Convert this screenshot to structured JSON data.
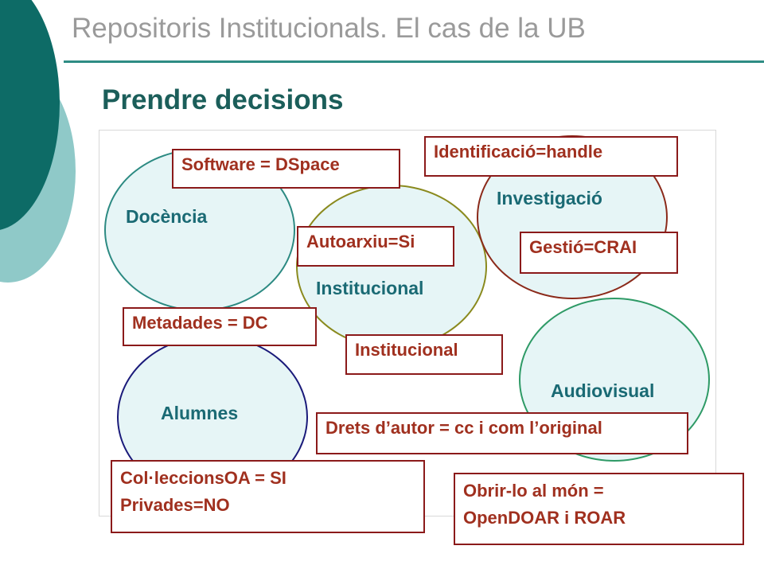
{
  "header": {
    "title": "Repositoris Institucionals. El cas de la UB",
    "subtitle": "Prendre decisions"
  },
  "colors": {
    "deco_dark": "#0d6b66",
    "deco_light": "#8fc9c8",
    "circle_fill": "#e6f5f6",
    "tag_border": "#8b1a1a",
    "tag_text": "#a0301f",
    "circle_label": "#1a6a74"
  },
  "circles": {
    "docencia": "Docència",
    "institucional": "Institucional",
    "investigacio": "Investigació",
    "audiovisual": "Audiovisual",
    "alumnes": "Alumnes"
  },
  "tags": {
    "software": "Software = DSpace",
    "identificacio": "Identificació=handle",
    "autoarxiu": "Autoarxiu=Si",
    "gestio": "Gestió=CRAI",
    "metadades": "Metadades = DC",
    "institucional": "Institucional",
    "drets": "Drets d’autor = cc i com l’original",
    "colleccions_line1": "Col·leccionsOA = SI",
    "colleccions_line2": "Privades=NO",
    "obrir_line1": "Obrir-lo al món =",
    "obrir_line2": "OpenDOAR i ROAR"
  }
}
